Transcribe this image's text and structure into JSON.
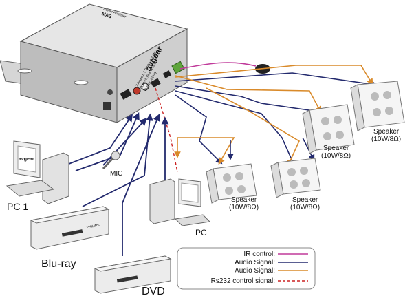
{
  "amplifier": {
    "brand": "avgear",
    "top_lines": [
      "Power Amplifier",
      "MA3"
    ],
    "panel_lines": [
      "2 Analog, 1 Digital & 1 MIC",
      "Control: IR & RS232",
      "Output: 4 Way"
    ]
  },
  "sources": {
    "pc1": {
      "label": "PC 1",
      "monitor_brand": "avgear"
    },
    "mic": {
      "label": "MIC"
    },
    "pc": {
      "label": "PC"
    },
    "bluray": {
      "label": "Blu-ray",
      "brand": "PHILIPS"
    },
    "dvd": {
      "label": "DVD"
    }
  },
  "speakers": [
    {
      "name": "Speaker",
      "spec": "(10W/8Ω)"
    },
    {
      "name": "Speaker",
      "spec": "(10W/8Ω)"
    },
    {
      "name": "Speaker",
      "spec": "(10W/8Ω)"
    },
    {
      "name": "Speaker",
      "spec": "(10W/8Ω)"
    }
  ],
  "legend": [
    {
      "label": "IR control:",
      "color": "#c03a9a",
      "style": "solid"
    },
    {
      "label": "Audio Signal:",
      "color": "#232a6e",
      "style": "solid"
    },
    {
      "label": "Audio Signal:",
      "color": "#d98a2a",
      "style": "solid"
    },
    {
      "label": "Rs232 control signal:",
      "color": "#cc2222",
      "style": "dashed"
    }
  ]
}
